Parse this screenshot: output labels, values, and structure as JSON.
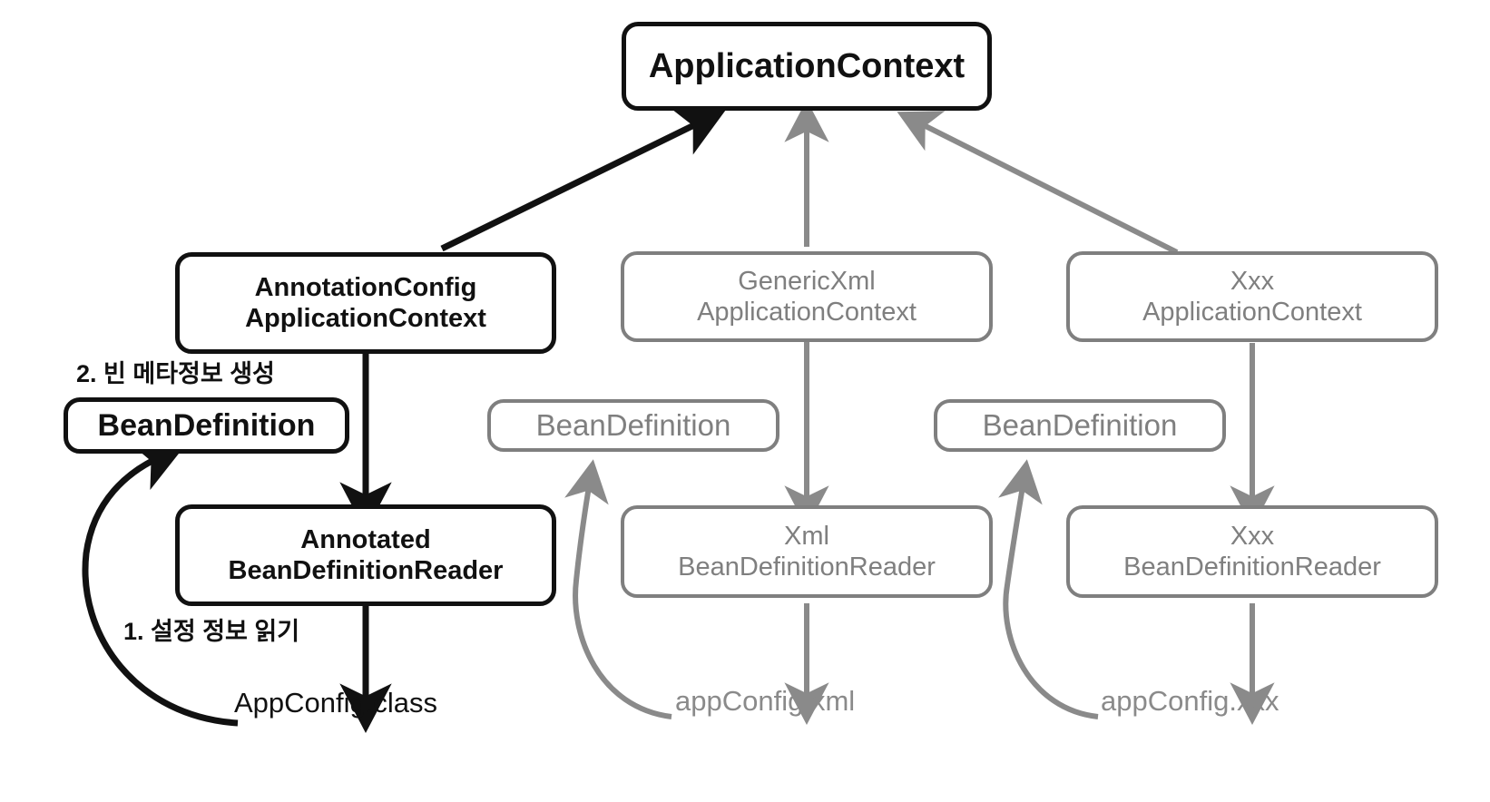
{
  "diagram": {
    "title_node": {
      "label": "ApplicationContext"
    },
    "colors": {
      "primary": "#111111",
      "muted": "#7f7f7f",
      "muted_text": "#8a8a8a",
      "background": "#ffffff"
    },
    "columns": [
      {
        "id": "annotation-config",
        "emphasis": "active",
        "context": {
          "label": "AnnotationConfig\nApplicationContext"
        },
        "bean_definition": {
          "label": "BeanDefinition"
        },
        "reader": {
          "label": "Annotated\nBeanDefinitionReader"
        },
        "config_file": {
          "label": "AppConfig.class"
        },
        "step_read": {
          "label": "1. 설정 정보 읽기"
        },
        "step_meta": {
          "label": "2. 빈 메타정보 생성"
        }
      },
      {
        "id": "generic-xml",
        "emphasis": "muted",
        "context": {
          "label": "GenericXml\nApplicationContext"
        },
        "bean_definition": {
          "label": "BeanDefinition"
        },
        "reader": {
          "label": "Xml\nBeanDefinitionReader"
        },
        "config_file": {
          "label": "appConfig.xml"
        }
      },
      {
        "id": "xxx",
        "emphasis": "muted",
        "context": {
          "label": "Xxx\nApplicationContext"
        },
        "bean_definition": {
          "label": "BeanDefinition"
        },
        "reader": {
          "label": "Xxx\nBeanDefinitionReader"
        },
        "config_file": {
          "label": "appConfig.xxx"
        }
      }
    ]
  }
}
